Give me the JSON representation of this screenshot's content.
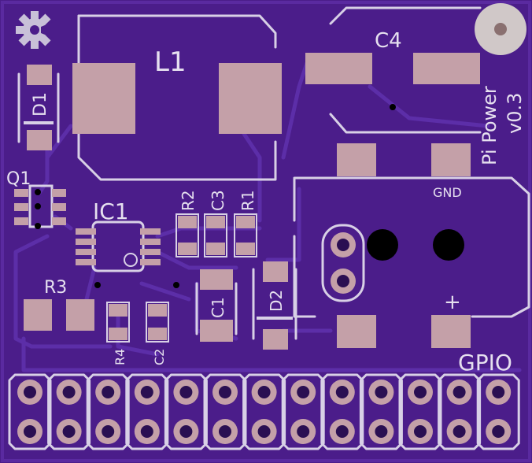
{
  "board": {
    "background": "#4b1d8a",
    "silkscreen_color": "#e6e0ef",
    "pad_color": "#c4a0a8"
  },
  "labels": {
    "l1": "L1",
    "c4": "C4",
    "d1": "D1",
    "q1": "Q1",
    "ic1": "IC1",
    "r2": "R2",
    "c3": "C3",
    "r1": "R1",
    "r3": "R3",
    "r4": "R4",
    "c2": "C2",
    "c1": "C1",
    "d2": "D2",
    "gnd": "GND",
    "plus": "+",
    "gpio": "GPIO",
    "title_line1": "Pi Power",
    "title_line2": "v0.3"
  },
  "icons": {
    "logo": "gear-icon"
  }
}
